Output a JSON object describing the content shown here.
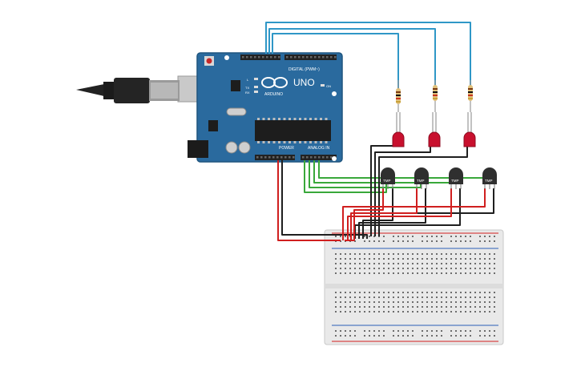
{
  "canvas": {
    "background": "#ffffff"
  },
  "arduino": {
    "brand_text": "ARDUINO",
    "model_text": "UNO",
    "digital_header_text": "DIGITAL (PWM~)",
    "power_header_text": "POWER",
    "analog_header_text": "ANALOG IN",
    "led_labels": {
      "l": "L",
      "tx": "TX",
      "rx": "RX",
      "on": "ON"
    },
    "colors": {
      "board": "#2a6a9e",
      "board_edge": "#1f557f",
      "header": "#222222",
      "chip": "#1d1d1d",
      "text": "#ffffff"
    }
  },
  "sensors": {
    "count": 4,
    "label": "TMP",
    "color": "#2f2f2f"
  },
  "leds": {
    "count": 3,
    "color": "#c8102e"
  },
  "resistors": {
    "count": 3,
    "body_color": "#e0c07a"
  },
  "breadboard": {
    "body_color": "#e9e9e9",
    "rail_red": "#d22020",
    "rail_blue": "#2b5fb6"
  },
  "wires": {
    "blue": "#2f97c7",
    "red": "#d01f1f",
    "black": "#1f1f1f",
    "green": "#39a83a"
  }
}
